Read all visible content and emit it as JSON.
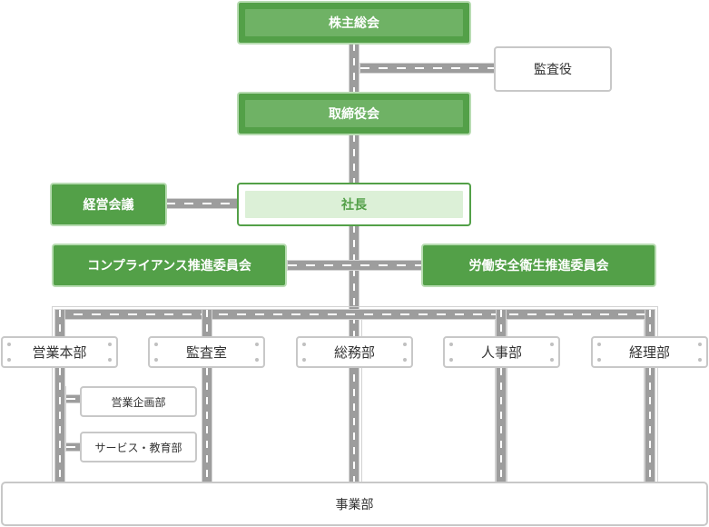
{
  "top": {
    "shareholders": "株主総会",
    "auditor": "監査役",
    "board": "取締役会",
    "president": "社長",
    "mgmt_meeting": "経営会議",
    "compliance": "コンプライアンス推進委員会",
    "safety": "労働安全衛生推進委員会"
  },
  "departments": [
    "営業本部",
    "監査室",
    "総務部",
    "人事部",
    "経理部"
  ],
  "sub_departments": [
    "営業企画部",
    "サービス・教育部"
  ],
  "business": "事業部",
  "colors": {
    "green": "#53a048",
    "green_inner": "#6fb265",
    "pale_inner": "#dcf0d7",
    "road": "#9d9d9d"
  }
}
